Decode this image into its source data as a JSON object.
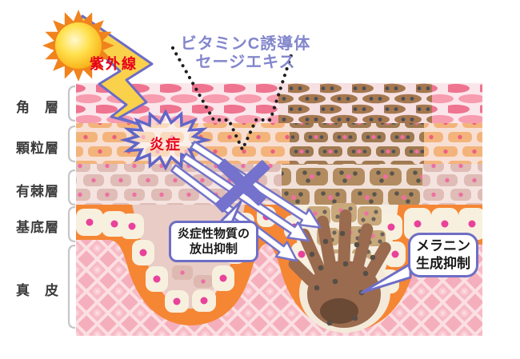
{
  "diagram": {
    "uv_label": "紫外線",
    "treatment": {
      "line1": "ビタミンC誘導体",
      "line2": "セージエキス"
    },
    "inflammation_label": "炎症",
    "bubble_inflammation": {
      "line1": "炎症性物質の",
      "line2": "放出抑制"
    },
    "bubble_melanin": {
      "line1": "メラニン",
      "line2": "生成抑制"
    }
  },
  "layers": [
    {
      "label": "角　層"
    },
    {
      "label": "顆粒層"
    },
    {
      "label": "有棘層"
    },
    {
      "label": "基底層"
    },
    {
      "label": "真　皮"
    }
  ],
  "colors": {
    "accent_purple": "#6E6EC6",
    "uv_red": "#E8001A",
    "treatment_text": "#8286CC",
    "bolt_yellow": "#FAD14B",
    "sun_orange": "#F0831D",
    "basal_orange": "#F58634",
    "cream_cell": "#F8F0DE",
    "melanin_brown": "#9A6B4E",
    "dermis_pink": "#F7BBC6"
  }
}
